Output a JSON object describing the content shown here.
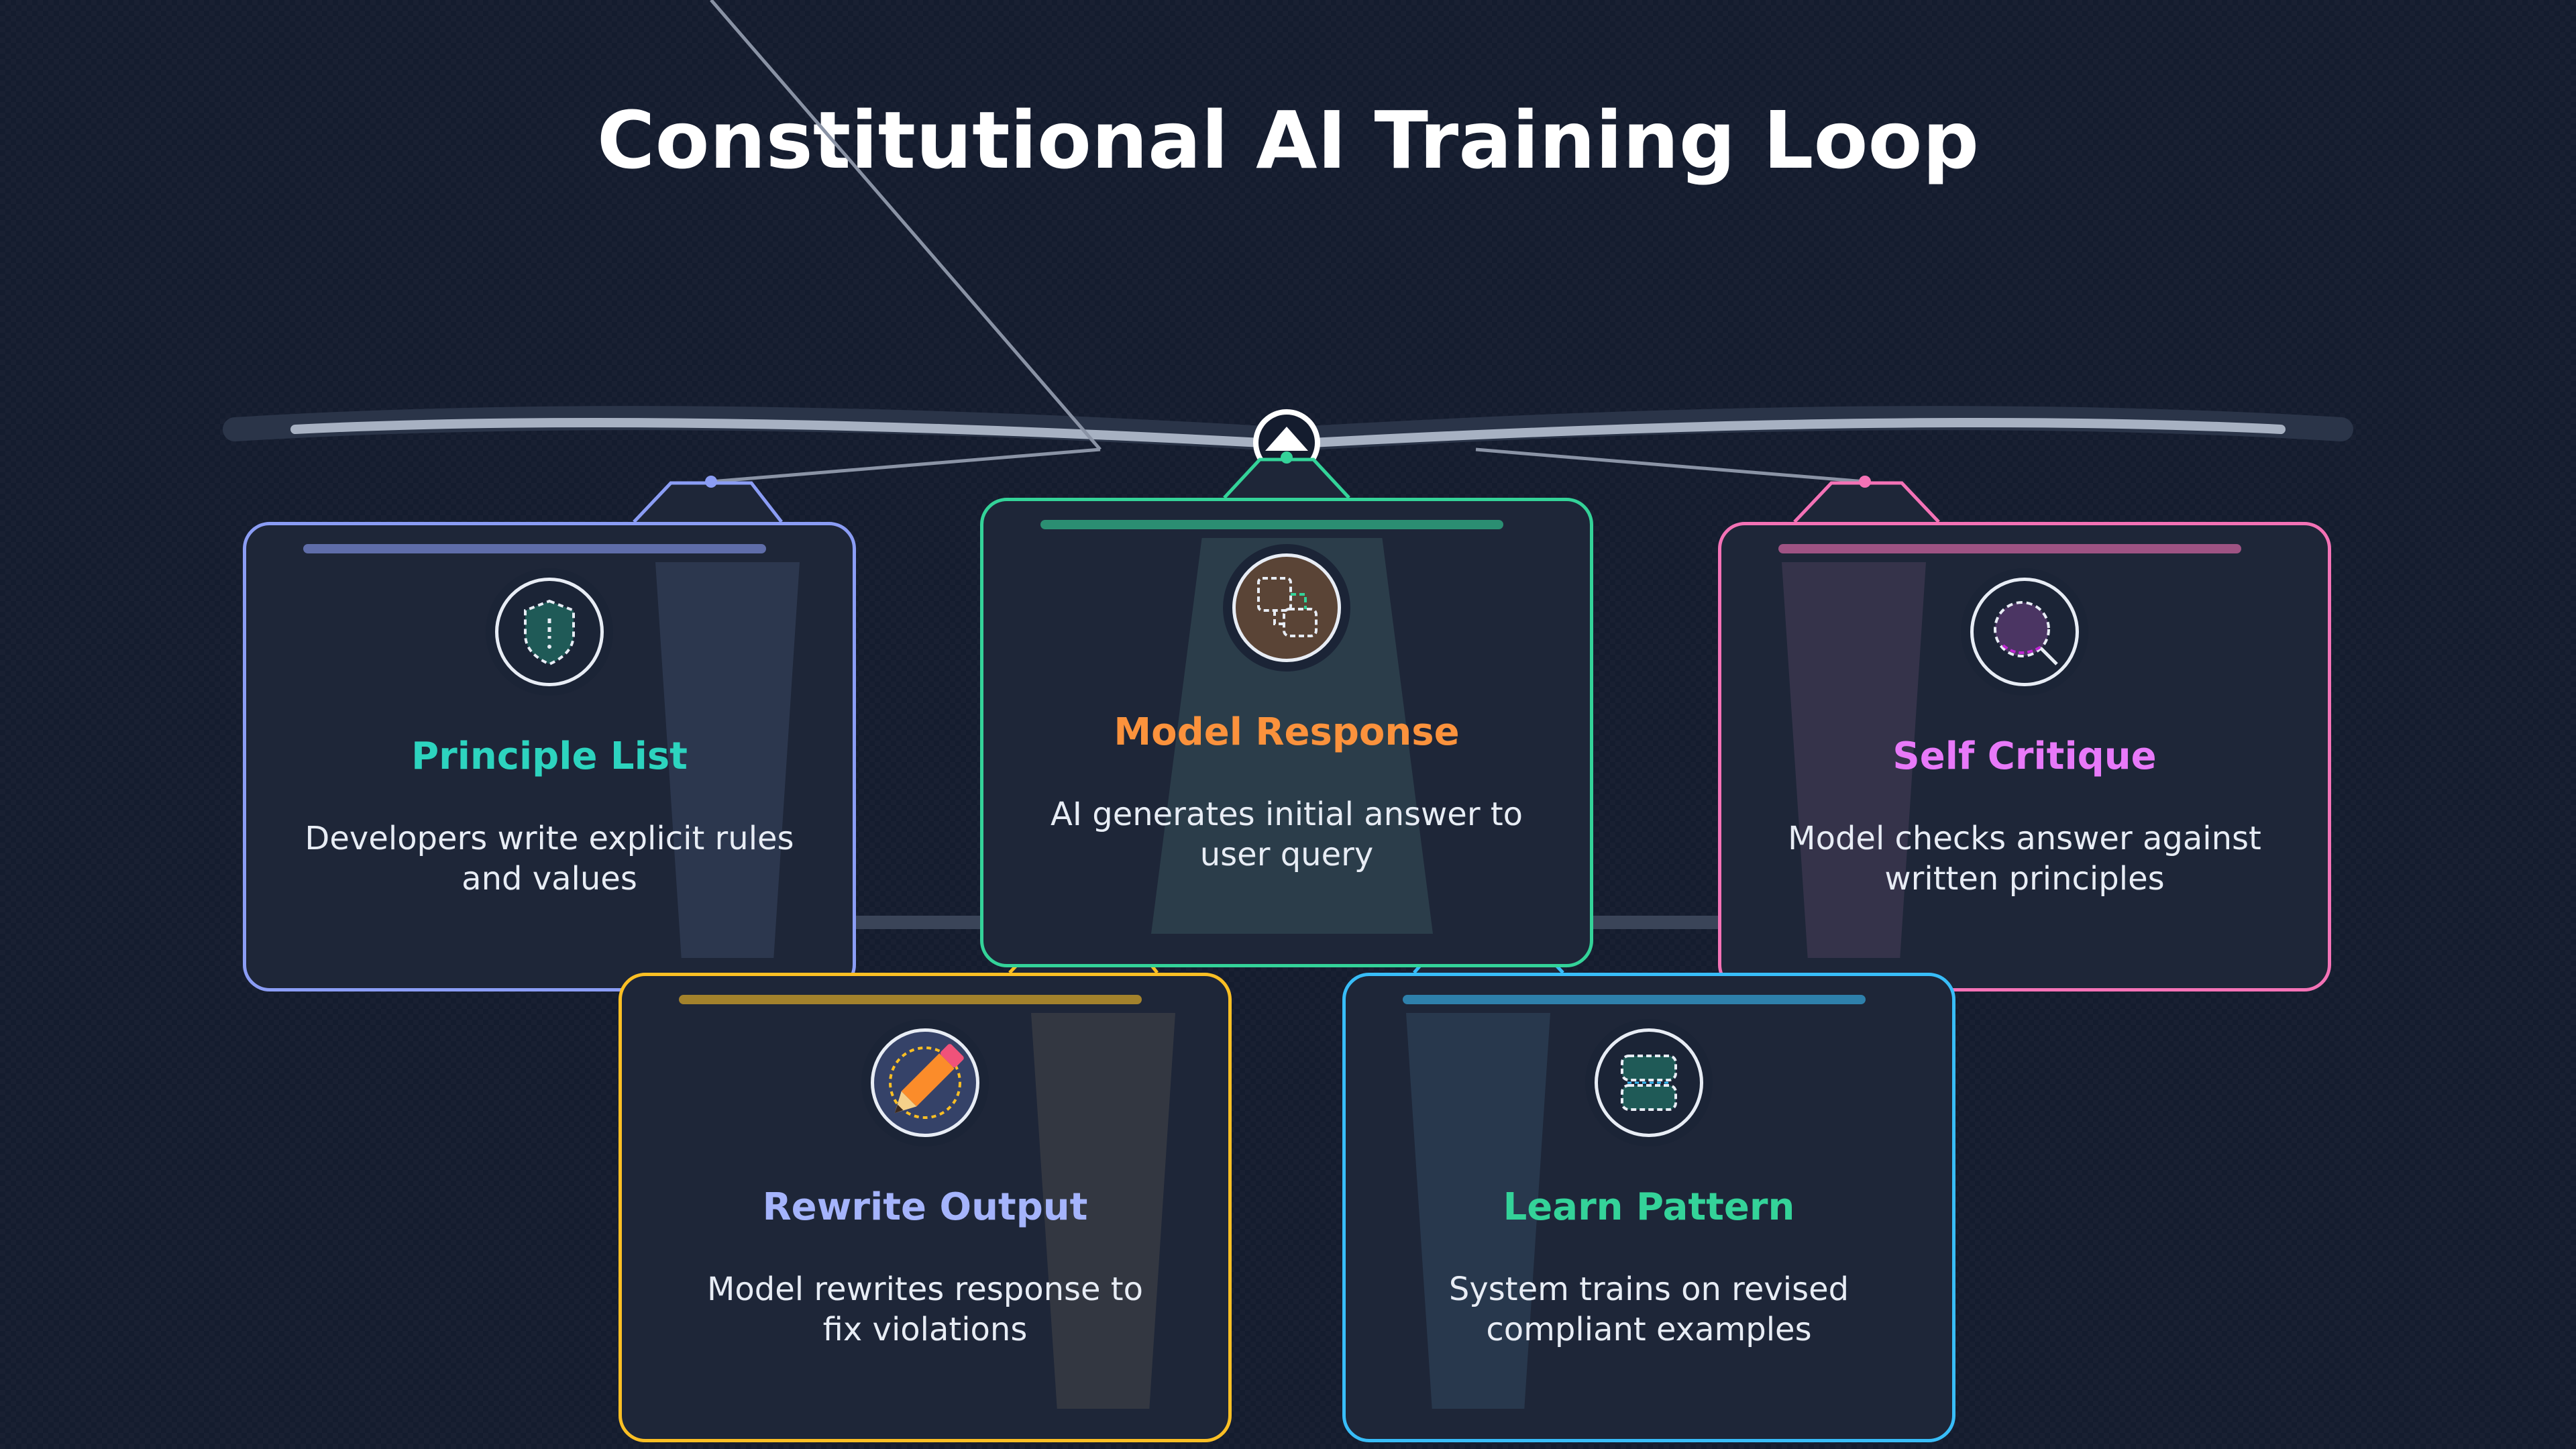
{
  "title": "Constitutional AI Training Loop",
  "colors": {
    "background": "#141c2e",
    "card_bg": "#1e2638",
    "rail": "#a7b1c2"
  },
  "steps": [
    {
      "name": "Principle List",
      "description_line1": "Developers write explicit rules",
      "description_line2": "and values",
      "border_color": "#8b9df5",
      "title_color": "#2dd4bf",
      "icon": "shield-icon"
    },
    {
      "name": "Model Response",
      "description_line1": "AI generates initial answer to",
      "description_line2": "user query",
      "border_color": "#34d399",
      "title_color": "#fb923c",
      "icon": "puzzle-pieces-icon"
    },
    {
      "name": "Self Critique",
      "description_line1": "Model checks answer against",
      "description_line2": "written principles",
      "border_color": "#f472b6",
      "title_color": "#e879f9",
      "icon": "magnifier-icon"
    },
    {
      "name": "Rewrite Output",
      "description_line1": "Model rewrites response to",
      "description_line2": "fix violations",
      "border_color": "#fbbf24",
      "title_color": "#a5b4fc",
      "icon": "pencil-icon"
    },
    {
      "name": "Learn Pattern",
      "description_line1": "System trains on revised",
      "description_line2": "compliant examples",
      "border_color": "#38bdf8",
      "title_color": "#34d399",
      "icon": "database-icon"
    }
  ]
}
